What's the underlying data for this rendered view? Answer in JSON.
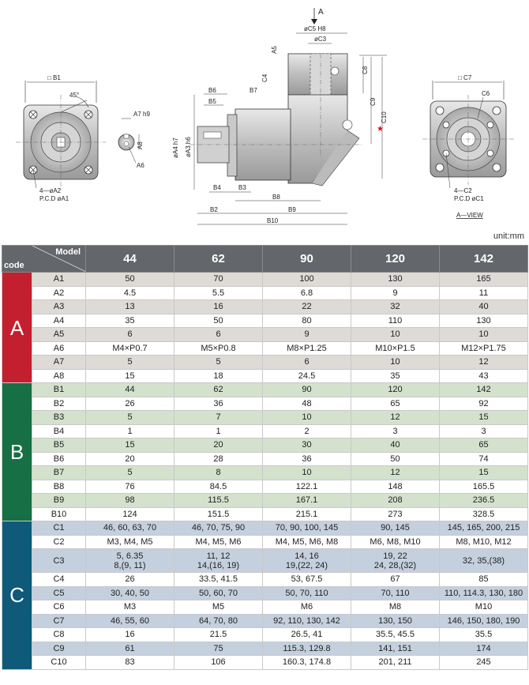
{
  "drawing": {
    "arrow_label": "A",
    "view_label": "A—VIEW",
    "front_labels": {
      "b1": "□ B1",
      "angle": "45°",
      "holes": "4—øA2",
      "pcd": "P.C.D  øA1"
    },
    "shaft_labels": {
      "a7": "A7  h9",
      "a8": "A8",
      "a6": "A6"
    },
    "side_labels": {
      "c5": "øC5  H8",
      "c3": "øC3",
      "a5": "A5",
      "c4": "C4",
      "c8": "C8",
      "c9": "C9",
      "c10": "C10",
      "b6": "B6",
      "b5": "B5",
      "b7": "B7",
      "a4": "øA4  h7",
      "a3": "øA3  h6",
      "b4": "B4",
      "b3": "B3",
      "b8": "B8",
      "b2": "B2",
      "b9": "B9",
      "b10": "B10"
    },
    "rear_labels": {
      "c7": "□ C7",
      "c6": "C6",
      "holes": "4—C2",
      "pcd": "P.C.D  øC1"
    }
  },
  "unit": "unit:mm",
  "table": {
    "header": {
      "model": "Model",
      "code": "code",
      "models": [
        "44",
        "62",
        "90",
        "120",
        "142"
      ]
    },
    "groups": [
      {
        "label": "A",
        "color": "#c41f2e",
        "shade": "shA",
        "rows": [
          {
            "code": "A1",
            "values": [
              "50",
              "70",
              "100",
              "130",
              "165"
            ]
          },
          {
            "code": "A2",
            "values": [
              "4.5",
              "5.5",
              "6.8",
              "9",
              "11"
            ]
          },
          {
            "code": "A3",
            "values": [
              "13",
              "16",
              "22",
              "32",
              "40"
            ]
          },
          {
            "code": "A4",
            "values": [
              "35",
              "50",
              "80",
              "110",
              "130"
            ]
          },
          {
            "code": "A5",
            "values": [
              "6",
              "6",
              "9",
              "10",
              "10"
            ]
          },
          {
            "code": "A6",
            "values": [
              "M4×P0.7",
              "M5×P0.8",
              "M8×P1.25",
              "M10×P1.5",
              "M12×P1.75"
            ]
          },
          {
            "code": "A7",
            "values": [
              "5",
              "5",
              "6",
              "10",
              "12"
            ]
          },
          {
            "code": "A8",
            "values": [
              "15",
              "18",
              "24.5",
              "35",
              "43"
            ]
          }
        ]
      },
      {
        "label": "B",
        "color": "#166f45",
        "shade": "shB",
        "rows": [
          {
            "code": "B1",
            "values": [
              "44",
              "62",
              "90",
              "120",
              "142"
            ]
          },
          {
            "code": "B2",
            "values": [
              "26",
              "36",
              "48",
              "65",
              "92"
            ]
          },
          {
            "code": "B3",
            "values": [
              "5",
              "7",
              "10",
              "12",
              "15"
            ]
          },
          {
            "code": "B4",
            "values": [
              "1",
              "1",
              "2",
              "3",
              "3"
            ]
          },
          {
            "code": "B5",
            "values": [
              "15",
              "20",
              "30",
              "40",
              "65"
            ]
          },
          {
            "code": "B6",
            "values": [
              "20",
              "28",
              "36",
              "50",
              "74"
            ]
          },
          {
            "code": "B7",
            "values": [
              "5",
              "8",
              "10",
              "12",
              "15"
            ]
          },
          {
            "code": "B8",
            "values": [
              "76",
              "84.5",
              "122.1",
              "148",
              "165.5"
            ]
          },
          {
            "code": "B9",
            "values": [
              "98",
              "115.5",
              "167.1",
              "208",
              "236.5"
            ]
          },
          {
            "code": "B10",
            "values": [
              "124",
              "151.5",
              "215.1",
              "273",
              "328.5"
            ]
          }
        ]
      },
      {
        "label": "C",
        "color": "#0e5a78",
        "shade": "shC",
        "rows": [
          {
            "code": "C1",
            "values": [
              "46, 60, 63, 70",
              "46, 70, 75, 90",
              "70, 90, 100, 145",
              "90, 145",
              "145, 165, 200, 215"
            ]
          },
          {
            "code": "C2",
            "values": [
              "M3, M4, M5",
              "M4, M5, M6",
              "M4, M5, M6, M8",
              "M6, M8, M10",
              "M8, M10, M12"
            ]
          },
          {
            "code": "C3",
            "tall": true,
            "values": [
              "5, 6.35\n8,(9, 11)",
              "11, 12\n14,(16, 19)",
              "14, 16\n19,(22, 24)",
              "19, 22\n24, 28,(32)",
              "32, 35,(38)"
            ]
          },
          {
            "code": "C4",
            "values": [
              "26",
              "33.5, 41.5",
              "53, 67.5",
              "67",
              "85"
            ]
          },
          {
            "code": "C5",
            "values": [
              "30, 40, 50",
              "50, 60, 70",
              "50, 70, 110",
              "70, 110",
              "110, 114.3, 130, 180"
            ]
          },
          {
            "code": "C6",
            "values": [
              "M3",
              "M5",
              "M6",
              "M8",
              "M10"
            ]
          },
          {
            "code": "C7",
            "values": [
              "46, 55, 60",
              "64, 70, 80",
              "92, 110, 130, 142",
              "130, 150",
              "146, 150, 180, 190"
            ]
          },
          {
            "code": "C8",
            "values": [
              "16",
              "21.5",
              "26.5, 41",
              "35.5, 45.5",
              "35.5"
            ]
          },
          {
            "code": "C9",
            "values": [
              "61",
              "75",
              "115.3, 129.8",
              "141, 151",
              "174"
            ]
          },
          {
            "code": "C10",
            "values": [
              "83",
              "106",
              "160.3, 174.8",
              "201, 211",
              "245"
            ]
          }
        ]
      }
    ]
  }
}
